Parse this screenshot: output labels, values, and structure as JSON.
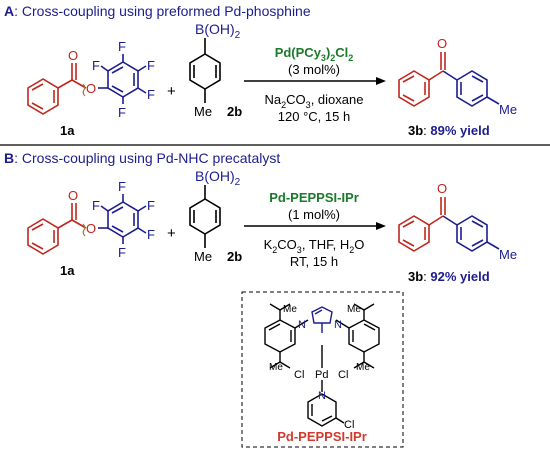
{
  "section_a": {
    "letter": "A",
    "heading": ": Cross-coupling using preformed Pd-phosphine",
    "substrate_label": "1a",
    "boronic_label": "2b",
    "catalyst": {
      "pre": "Pd(PCy",
      "sub1": "3",
      "mid": ")",
      "sub2": "2",
      "post": "Cl",
      "sub3": "2"
    },
    "loading": "(3 mol%)",
    "base": {
      "pre": "Na",
      "sub": "2",
      "post": "CO",
      "sub2": "3",
      "tail": ", dioxane"
    },
    "temp": "120 °C, 15 h",
    "product_label": "3b",
    "product_sep": ": ",
    "yield": "89% yield"
  },
  "section_b": {
    "letter": "B",
    "heading": ": Cross-coupling using Pd-NHC precatalyst",
    "substrate_label": "1a",
    "boronic_label": "2b",
    "catalyst": "Pd-PEPPSI-IPr",
    "loading": "(1 mol%)",
    "base": {
      "pre": "K",
      "sub": "2",
      "post": "CO",
      "sub2": "3",
      "tail": ", THF, H",
      "sub3": "2",
      "tail2": "O"
    },
    "temp": "RT, 15 h",
    "product_label": "3b",
    "product_sep": ": ",
    "yield": "92% yield",
    "box_caption": "Pd-PEPPSI-IPr"
  },
  "atoms": {
    "O": "O",
    "F": "F",
    "Me": "Me",
    "boronic": "B(OH)",
    "boronic_sub": "2",
    "N": "N",
    "Pd": "Pd",
    "Cl": "Cl",
    "plus": "+"
  },
  "colors": {
    "blue": "#1d1d8f",
    "green": "#1a7a2a",
    "red": "#c0261c",
    "caption_red": "#d23a2e",
    "black": "#000000"
  }
}
